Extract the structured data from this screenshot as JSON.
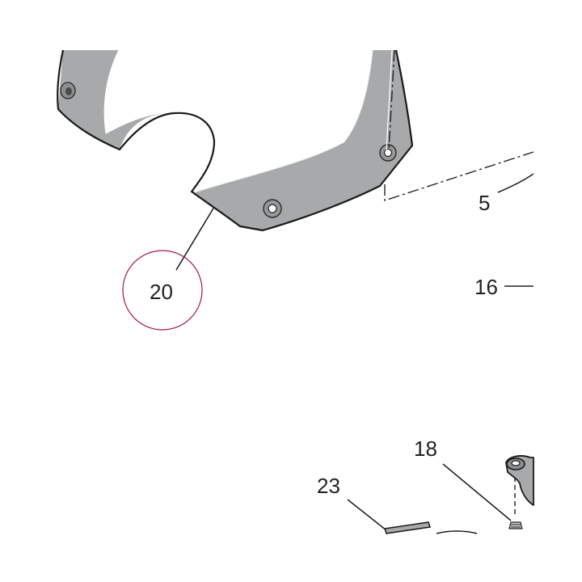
{
  "callouts": {
    "c5": "5",
    "c16": "16",
    "c18": "18",
    "c20": "20",
    "c23": "23"
  },
  "colors": {
    "part_fill": "#a8a9ab",
    "outline": "#1a1a1a",
    "highlight_circle": "#a3174a",
    "leader": "#222222"
  }
}
